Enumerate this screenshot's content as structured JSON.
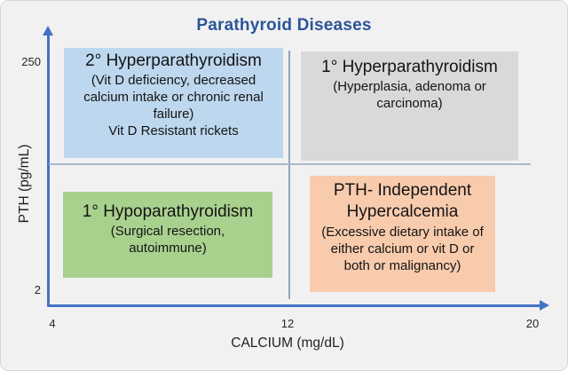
{
  "title": "Parathyroid Diseases",
  "axes": {
    "y": {
      "label": "PTH (pg/mL)",
      "ticks": [
        "250",
        "2"
      ]
    },
    "x": {
      "label": "CALCIUM (mg/dL)",
      "ticks": [
        "4",
        "12",
        "20"
      ]
    }
  },
  "quadrants": [
    {
      "position": "top-left",
      "heading": "2° Hyperparathyroidism",
      "detail": "(Vit D deficiency, decreased calcium intake or chronic renal failure)",
      "extra": "Vit D Resistant rickets",
      "color": "#bdd7ee"
    },
    {
      "position": "top-right",
      "heading": "1° Hyperparathyroidism",
      "detail": "(Hyperplasia, adenoma or carcinoma)",
      "color": "#d9d9d9"
    },
    {
      "position": "bottom-left",
      "heading": "1° Hypoparathyroidism",
      "detail": "(Surgical resection, autoimmune)",
      "color": "#a9d18e"
    },
    {
      "position": "bottom-right",
      "heading": "PTH- Independent Hypercalcemia",
      "detail": "(Excessive dietary intake of either calcium or vit D or both or malignancy)",
      "color": "#f8cbad"
    }
  ],
  "colors": {
    "background": "#f2f1f2",
    "axis": "#4472c4",
    "title": "#2b5598",
    "divider": "#8fa3bf",
    "quadrant_top_left": "#bdd7ee",
    "quadrant_top_right": "#d9d9d9",
    "quadrant_bottom_left": "#a9d18e",
    "quadrant_bottom_right": "#f8cbad"
  }
}
